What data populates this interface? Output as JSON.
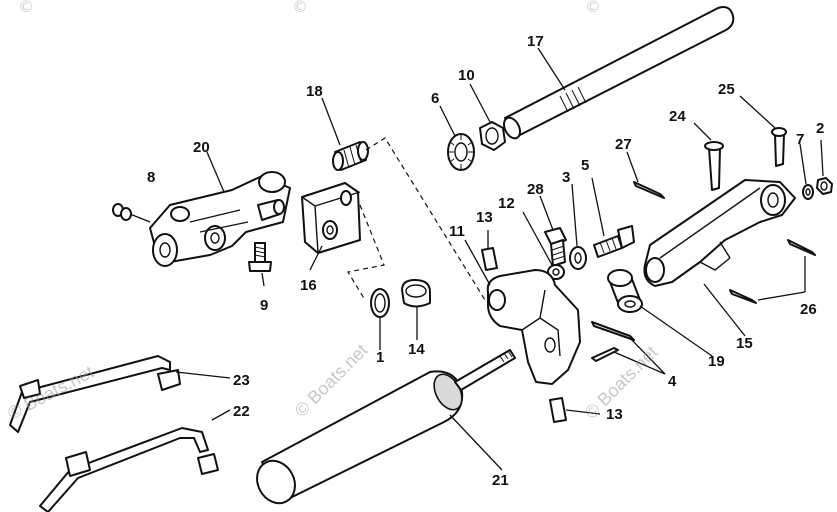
{
  "callouts": {
    "c1": "1",
    "c2": "2",
    "c3": "3",
    "c4": "4",
    "c5": "5",
    "c6": "6",
    "c7": "7",
    "c8": "8",
    "c9": "9",
    "c10": "10",
    "c11": "11",
    "c12": "12",
    "c13a": "13",
    "c13b": "13",
    "c14": "14",
    "c15": "15",
    "c16": "16",
    "c17": "17",
    "c18": "18",
    "c19": "19",
    "c20": "20",
    "c21": "21",
    "c22": "22",
    "c23": "23",
    "c24": "24",
    "c25": "25",
    "c26": "26",
    "c27": "27",
    "c28": "28"
  },
  "watermark": {
    "text_main": "© Boats.net",
    "text_center": "© Boats.net",
    "text_lower": "© Boats.net",
    "corner_symbol": "©"
  },
  "colors": {
    "ink": "#111111",
    "watermark": "#9a9a9a"
  }
}
